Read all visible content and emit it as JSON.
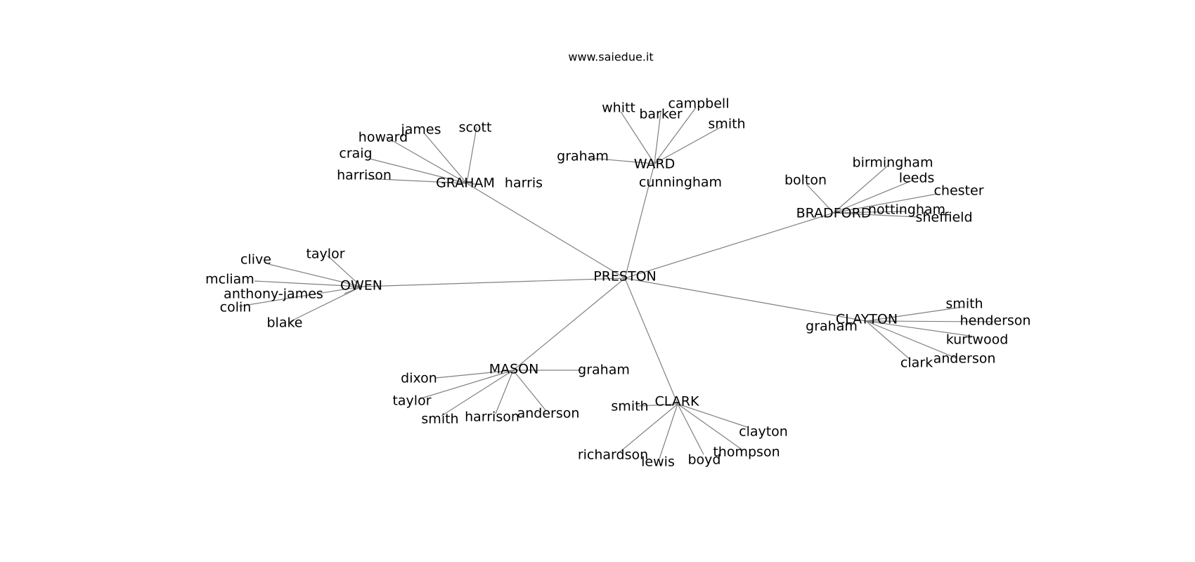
{
  "title": "www.saiedue.it",
  "edge_color": "#808080",
  "text_color": "#000000",
  "root": "PRESTON",
  "hubs": [
    {
      "id": "GRAHAM",
      "label": "GRAHAM",
      "children": [
        "harris",
        "scott",
        "james",
        "howard",
        "craig",
        "harrison"
      ]
    },
    {
      "id": "WARD",
      "label": "WARD",
      "children": [
        "whitt",
        "barker",
        "campbell",
        "smith",
        "graham",
        "cunningham"
      ]
    },
    {
      "id": "BRADFORD",
      "label": "BRADFORD",
      "children": [
        "bolton",
        "birmingham",
        "leeds",
        "chester",
        "nottingham",
        "sheffield"
      ]
    },
    {
      "id": "CLAYTON",
      "label": "CLAYTON",
      "children": [
        "smith",
        "henderson",
        "kurtwood",
        "anderson",
        "clark",
        "graham"
      ]
    },
    {
      "id": "CLARK",
      "label": "CLARK",
      "children": [
        "smith",
        "clayton",
        "thompson",
        "boyd",
        "lewis",
        "richardson"
      ]
    },
    {
      "id": "MASON",
      "label": "MASON",
      "children": [
        "graham",
        "dixon",
        "taylor",
        "smith",
        "harrison",
        "anderson"
      ]
    },
    {
      "id": "OWEN",
      "label": "OWEN",
      "children": [
        "taylor",
        "clive",
        "mcliam",
        "anthony-james",
        "colin",
        "blake"
      ]
    }
  ]
}
